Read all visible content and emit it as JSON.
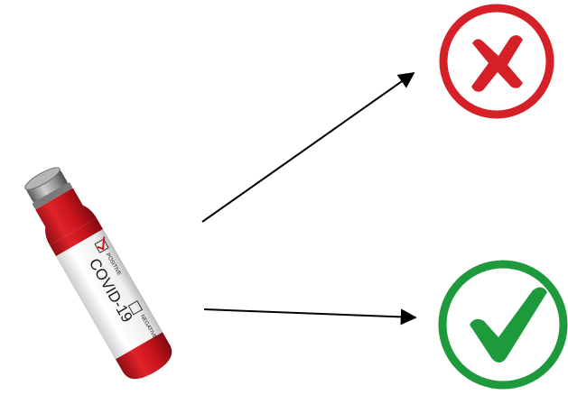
{
  "tube": {
    "title": "COVID-19",
    "positive_label": "POSITIVE",
    "negative_label": "NEGATIVE",
    "positive_checked": true,
    "negative_checked": false,
    "cap_color": "#c8141c",
    "label_color": "#f4f4f4"
  },
  "outcomes": [
    {
      "icon": "red-cross-icon",
      "color": "#d62027"
    },
    {
      "icon": "green-check-icon",
      "color": "#1e9a3c"
    }
  ],
  "arrows": [
    {
      "from": "test-tube",
      "to": "red-cross-icon"
    },
    {
      "from": "test-tube",
      "to": "green-check-icon"
    }
  ]
}
